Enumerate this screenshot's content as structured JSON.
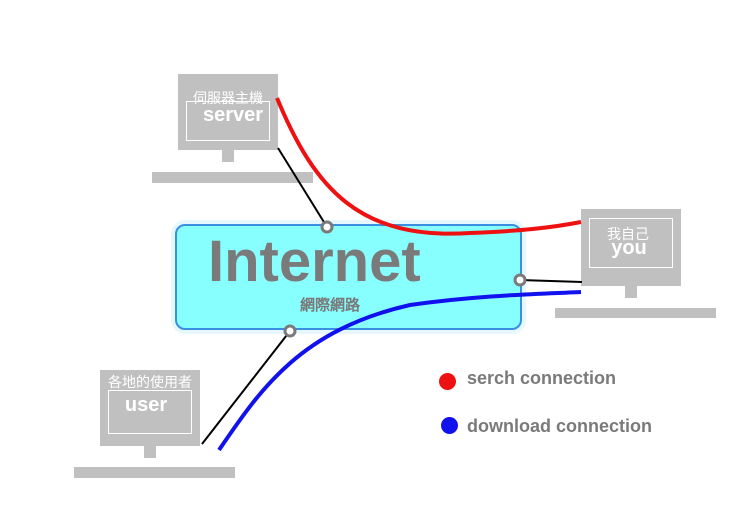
{
  "server": {
    "label_zh": "伺服器主機",
    "label_en": "server"
  },
  "you": {
    "label_zh": "我自己",
    "label_en": "you"
  },
  "user": {
    "label_zh": "各地的使用者",
    "label_en": "user"
  },
  "internet": {
    "title": "Internet",
    "subtitle": "網際網路"
  },
  "legend": [
    {
      "label": "serch connection",
      "color": "#ee1111"
    },
    {
      "label": "download connection",
      "color": "#1111ee"
    }
  ],
  "colors": {
    "search": "#ee1111",
    "download": "#1111ee",
    "node": "#c0c0c0",
    "internet_fill": "#88ffff"
  }
}
